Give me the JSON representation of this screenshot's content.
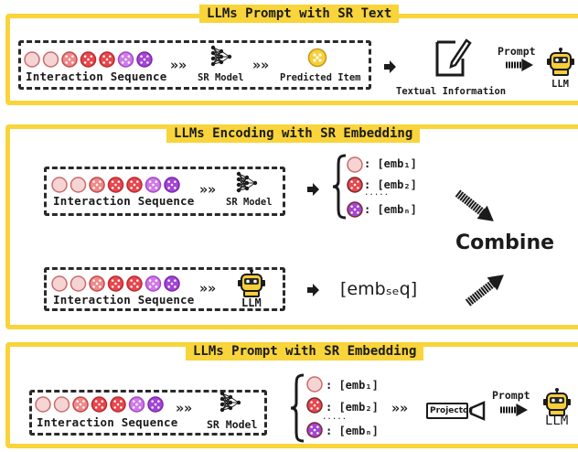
{
  "panel1": {
    "title": "LLMs Prompt with SR Text",
    "sequence_label": "Interaction Sequence",
    "model_label": "SR Model",
    "predicted_label": "Predicted Item",
    "textual_label": "Textual Information",
    "prompt_label": "Prompt",
    "llm_label": "LLM"
  },
  "panel2": {
    "title": "LLMs Encoding with SR Embedding",
    "sequence_label_a": "Interaction Sequence",
    "model_label": "SR Model",
    "emb_1": ": [emb₁]",
    "emb_2": ": [emb₂]",
    "emb_n": ": [embₙ]",
    "sequence_label_b": "Interaction Sequence",
    "llm_label": "LLM",
    "emb_seq": "[embₛₑq]",
    "combine": "Combine"
  },
  "panel3": {
    "title": "LLMs Prompt with SR Embedding",
    "sequence_label": "Interaction Sequence",
    "model_label": "SR Model",
    "emb_1": ": [emb₁]",
    "emb_2": ": [emb₂]",
    "emb_n": ": [embₙ]",
    "projector_label": "Projector",
    "prompt_label": "Prompt",
    "llm_label": "LLM"
  },
  "colors": {
    "frame": "#f9d43a",
    "item_light": "#f6d4d4",
    "item_pink": "#f08a8a",
    "item_red": "#e8474d",
    "item_violet": "#d07ae8",
    "item_purple": "#a445d6",
    "predicted": "#f7cf3a"
  }
}
